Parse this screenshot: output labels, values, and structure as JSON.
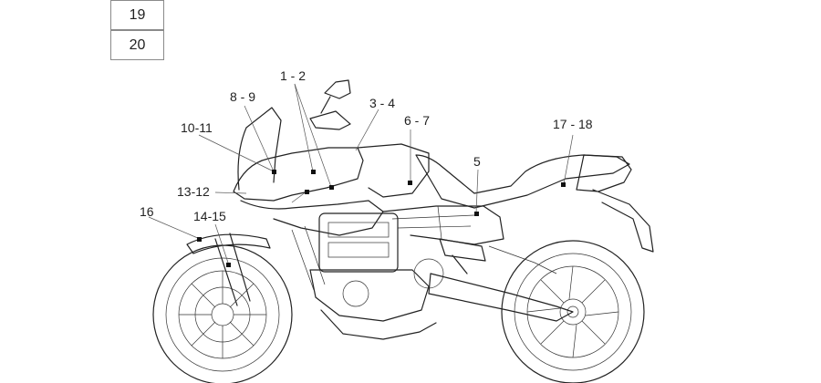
{
  "legend_boxes": [
    {
      "label": "19"
    },
    {
      "label": "20"
    }
  ],
  "callouts": [
    {
      "label": "1 - 2"
    },
    {
      "label": "8 - 9"
    },
    {
      "label": "3 - 4"
    },
    {
      "label": "6 - 7"
    },
    {
      "label": "17 - 18"
    },
    {
      "label": "10-11"
    },
    {
      "label": "5"
    },
    {
      "label": "13-12"
    },
    {
      "label": "16"
    },
    {
      "label": "14-15"
    }
  ],
  "colors": {
    "ink": "#222222",
    "background": "#ffffff"
  }
}
